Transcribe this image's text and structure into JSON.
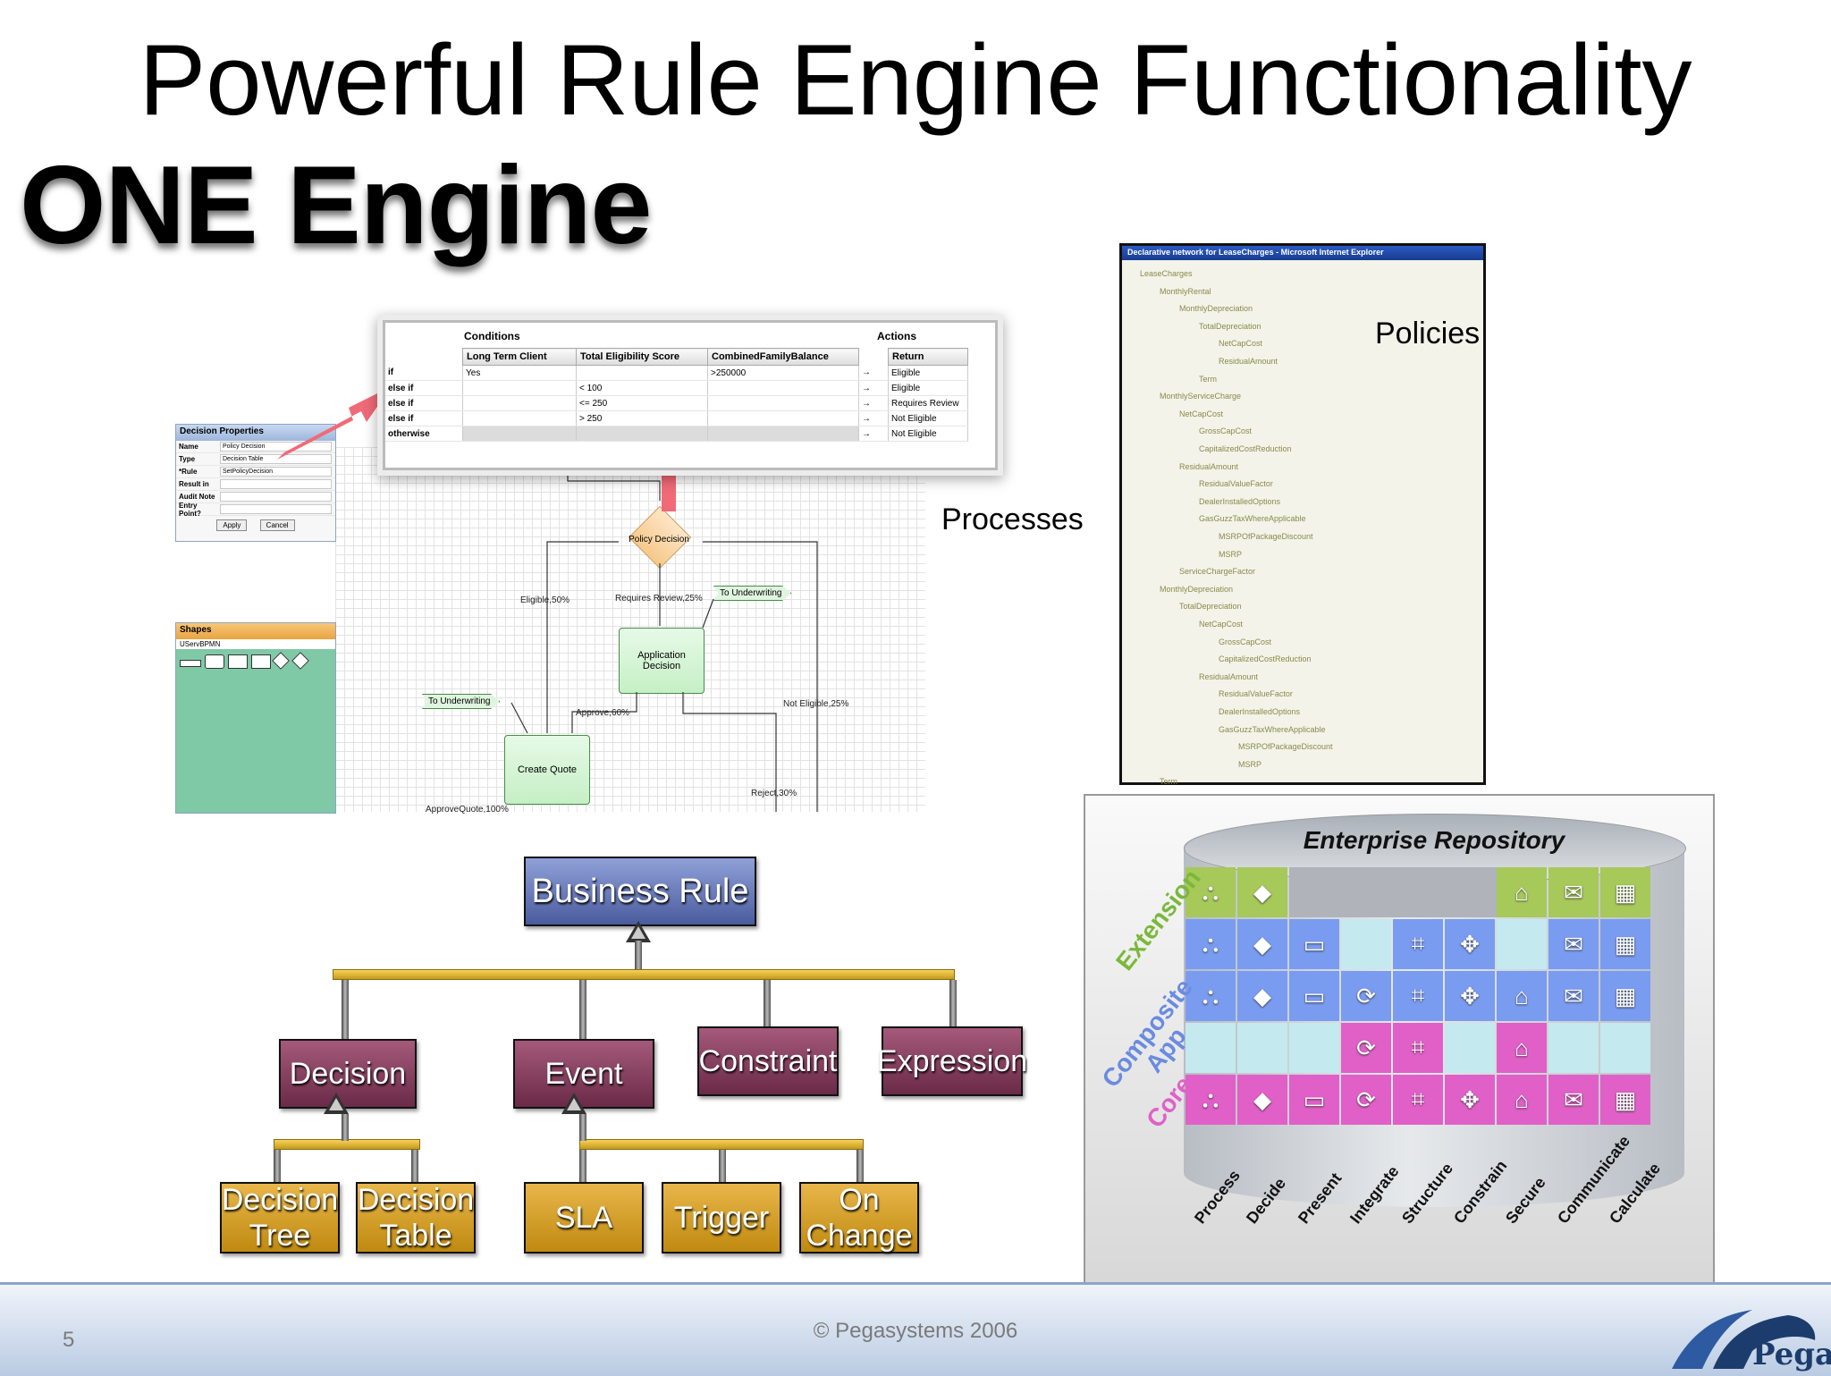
{
  "title": "Powerful Rule Engine Functionality",
  "subtitle": "ONE Engine",
  "labels": {
    "processes": "Processes",
    "policies": "Policies"
  },
  "decision_table": {
    "group_conditions": "Conditions",
    "group_actions": "Actions",
    "columns": [
      "Long Term Client",
      "Total Eligibility Score",
      "CombinedFamilyBalance",
      "Return"
    ],
    "rows": [
      {
        "cond": "if",
        "ltc": "Yes",
        "score": "",
        "bal": ">250000",
        "ret": "Eligible"
      },
      {
        "cond": "else if",
        "ltc": "",
        "score": "< 100",
        "bal": "",
        "ret": "Eligible"
      },
      {
        "cond": "else if",
        "ltc": "",
        "score": "<= 250",
        "bal": "",
        "ret": "Requires Review"
      },
      {
        "cond": "else if",
        "ltc": "",
        "score": "> 250",
        "bal": "",
        "ret": "Not Eligible"
      },
      {
        "cond": "otherwise",
        "ltc": "",
        "score": "",
        "bal": "",
        "ret": "Not Eligible"
      }
    ]
  },
  "decision_properties": {
    "title": "Decision Properties",
    "fields": [
      {
        "k": "Name",
        "v": "Policy Decision"
      },
      {
        "k": "Type",
        "v": "Decision Table"
      },
      {
        "k": "*Rule",
        "v": "SetPolicyDecision"
      },
      {
        "k": "Result in",
        "v": ""
      },
      {
        "k": "Audit Note",
        "v": ""
      },
      {
        "k": "Entry Point?",
        "v": ""
      }
    ],
    "apply": "Apply",
    "cancel": "Cancel"
  },
  "shapes_panel": {
    "title": "Shapes",
    "item": "UServBPMN"
  },
  "flow": {
    "policy_decision": "Policy Decision",
    "application_decision": "Application Decision",
    "create_quote": "Create Quote",
    "to_underwriting_1": "To Underwriting",
    "to_underwriting_2": "To Underwriting",
    "eligible": "Eligible,50%",
    "requires_review": "Requires Review,25%",
    "approve": "Approve,60%",
    "not_eligible": "Not Eligible,25%",
    "reject": "Reject,30%",
    "approve_quote": "ApproveQuote,100%"
  },
  "policies_window": {
    "title": "Declarative network for LeaseCharges - Microsoft Internet Explorer",
    "items": [
      "LeaseCharges",
      "MonthlyRental",
      "MonthlyDepreciation",
      "TotalDepreciation",
      "NetCapCost",
      "ResidualAmount",
      "Term",
      "MonthlyServiceCharge",
      "NetCapCost",
      "GrossCapCost",
      "CapitalizedCostReduction",
      "ResidualAmount",
      "ResidualValueFactor",
      "DealerInstalledOptions",
      "GasGuzzTaxWhereApplicable",
      "MSRPOfPackageDiscount",
      "MSRP",
      "ServiceChargeFactor",
      "MonthlyDepreciation",
      "TotalDepreciation",
      "NetCapCost",
      "GrossCapCost",
      "CapitalizedCostReduction",
      "ResidualAmount",
      "ResidualValueFactor",
      "DealerInstalledOptions",
      "GasGuzzTaxWhereApplicable",
      "MSRPOfPackageDiscount",
      "MSRP",
      "Term"
    ]
  },
  "hierarchy": {
    "root": "Business Rule",
    "level1": [
      "Decision",
      "Event",
      "Constraint",
      "Expression"
    ],
    "decision_children": [
      "Decision Tree",
      "Decision Table"
    ],
    "event_children": [
      "SLA",
      "Trigger",
      "On Change"
    ]
  },
  "repository": {
    "title": "Enterprise Repository",
    "rows": [
      "Extension",
      "Composite App",
      "Core"
    ],
    "columns": [
      "Process",
      "Decide",
      "Present",
      "Integrate",
      "Structure",
      "Constrain",
      "Secure",
      "Communicate",
      "Calculate"
    ],
    "colors": {
      "extension": "#a6c95a",
      "composite": "#7a9cf0",
      "core": "#e060c8",
      "core_label": "#e060c8",
      "composite_label": "#6a8be0",
      "extension_label": "#7ab83a"
    }
  },
  "footer": {
    "page_number": "5",
    "copyright": "© Pegasystems 2006",
    "logo_text": "Pega"
  }
}
